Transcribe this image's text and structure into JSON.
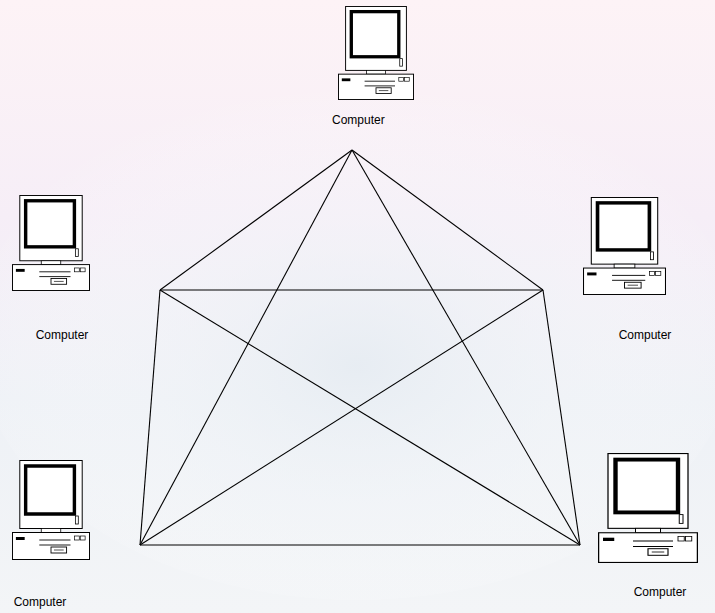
{
  "diagram": {
    "nodes": [
      {
        "text": [
          "Computer"
        ]
      },
      {
        "text": [
          "Computer"
        ]
      },
      {
        "text": [
          "Computer"
        ]
      },
      {
        "text": [
          "Computer"
        ]
      },
      {
        "text": [
          "Computer"
        ]
      }
    ],
    "edges": [
      {
        "from": 0,
        "to": 1,
        "arrow": "none"
      },
      {
        "from": 0,
        "to": 2,
        "arrow": "none"
      },
      {
        "from": 0,
        "to": 3,
        "arrow": "none"
      },
      {
        "from": 0,
        "to": 4,
        "arrow": "none"
      },
      {
        "from": 1,
        "to": 2,
        "arrow": "none"
      },
      {
        "from": 1,
        "to": 3,
        "arrow": "none"
      },
      {
        "from": 1,
        "to": 4,
        "arrow": "none"
      },
      {
        "from": 2,
        "to": 3,
        "arrow": "none"
      },
      {
        "from": 2,
        "to": 4,
        "arrow": "none"
      },
      {
        "from": 3,
        "to": 4,
        "arrow": "none"
      }
    ]
  }
}
